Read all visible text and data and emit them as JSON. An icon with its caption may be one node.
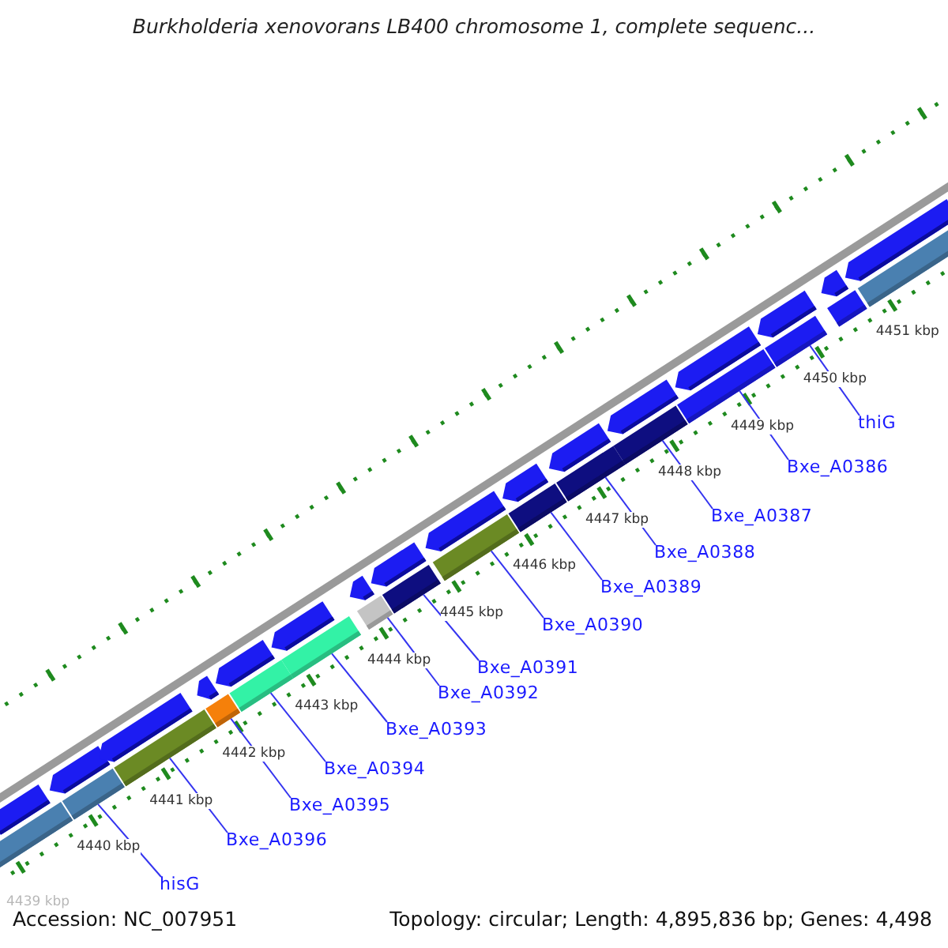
{
  "diagram": {
    "title": "Burkholderia xenovorans LB400 chromosome 1, complete sequenc...",
    "nodes": [
      {
        "text": [
          "hisG"
        ]
      },
      {
        "text": [
          "Bxe_A0396"
        ]
      },
      {
        "text": [
          "Bxe_A0395"
        ]
      },
      {
        "text": [
          "Bxe_A0394"
        ]
      },
      {
        "text": [
          "Bxe_A0393"
        ]
      },
      {
        "text": [
          "Bxe_A0392"
        ]
      },
      {
        "text": [
          "Bxe_A0391"
        ]
      },
      {
        "text": [
          "Bxe_A0390"
        ]
      },
      {
        "text": [
          "Bxe_A0389"
        ]
      },
      {
        "text": [
          "Bxe_A0388"
        ]
      },
      {
        "text": [
          "Bxe_A0387"
        ]
      },
      {
        "text": [
          "Bxe_A0386"
        ]
      },
      {
        "text": [
          "thiG"
        ]
      },
      {
        "text": [],
        "shape": "bar"
      },
      {
        "text": [],
        "shape": "bar"
      },
      {
        "text": [],
        "shape": "bar"
      },
      {
        "text": [],
        "shape": "bar"
      },
      {
        "text": [],
        "shape": "bar"
      },
      {
        "text": [],
        "shape": "bar"
      },
      {
        "text": [],
        "shape": "bar"
      },
      {
        "text": [],
        "shape": "bar"
      },
      {
        "text": [],
        "shape": "bar"
      },
      {
        "text": [],
        "shape": "bar"
      },
      {
        "text": [],
        "shape": "bar"
      },
      {
        "text": [],
        "shape": "bar"
      },
      {
        "text": [],
        "shape": "bar"
      }
    ],
    "edges": [
      {
        "from": 0,
        "to": 13,
        "arrow": "none"
      },
      {
        "from": 1,
        "to": 14,
        "arrow": "none"
      },
      {
        "from": 2,
        "to": 15,
        "arrow": "none"
      },
      {
        "from": 3,
        "to": 16,
        "arrow": "none"
      },
      {
        "from": 4,
        "to": 17,
        "arrow": "none"
      },
      {
        "from": 5,
        "to": 18,
        "arrow": "none"
      },
      {
        "from": 6,
        "to": 19,
        "arrow": "none"
      },
      {
        "from": 7,
        "to": 20,
        "arrow": "none"
      },
      {
        "from": 8,
        "to": 21,
        "arrow": "none"
      },
      {
        "from": 9,
        "to": 22,
        "arrow": "none"
      },
      {
        "from": 10,
        "to": 23,
        "arrow": "none"
      },
      {
        "from": 11,
        "to": 24,
        "arrow": "none"
      },
      {
        "from": 12,
        "to": 25,
        "arrow": "none"
      }
    ],
    "labels": [
      "4439 kbp",
      "4440 kbp",
      "4441 kbp",
      "4442 kbp",
      "4443 kbp",
      "4444 kbp",
      "4445 kbp",
      "4446 kbp",
      "4447 kbp",
      "4448 kbp",
      "4449 kbp",
      "4450 kbp",
      "4451 kbp",
      "Accession: NC_007951",
      "Topology: circular; Length: 4,895,836 bp; Genes: 4,498"
    ]
  }
}
